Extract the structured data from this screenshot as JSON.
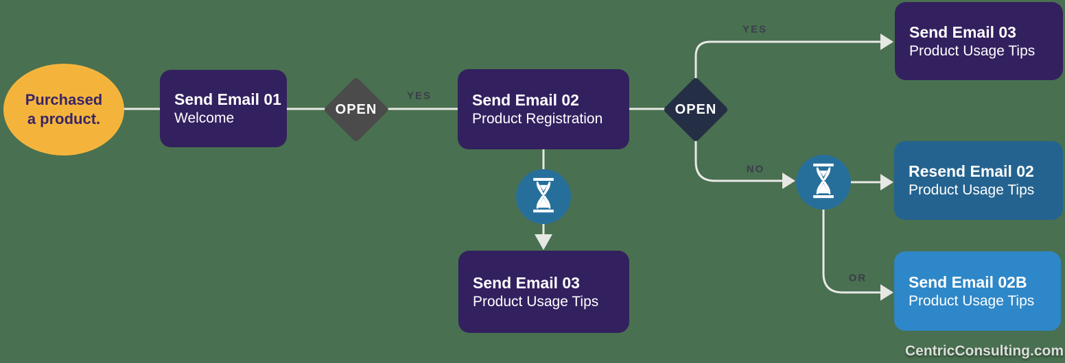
{
  "flowchart": {
    "start": {
      "line1": "Purchased",
      "line2": "a product."
    },
    "boxes": {
      "email01": {
        "title": "Send Email 01",
        "subtitle": "Welcome"
      },
      "email02": {
        "title": "Send Email 02",
        "subtitle": "Product Registration"
      },
      "email03_top": {
        "title": "Send Email 03",
        "subtitle": "Product Usage Tips"
      },
      "resend02": {
        "title": "Resend Email 02",
        "subtitle": "Product Usage Tips"
      },
      "email02b": {
        "title": "Send Email 02B",
        "subtitle": "Product Usage Tips"
      },
      "email03_bottom": {
        "title": "Send Email 03",
        "subtitle": "Product Usage Tips"
      }
    },
    "decisions": {
      "open1": "OPEN",
      "open2": "OPEN"
    },
    "edge_labels": {
      "yes1": "YES",
      "yes2": "YES",
      "no": "NO",
      "or": "OR"
    },
    "icons": {
      "wait1": "hourglass-icon",
      "wait2": "hourglass-icon"
    }
  },
  "footer": {
    "site": "CentricConsulting.com"
  },
  "colors": {
    "background": "#497050",
    "start_fill": "#F4B43C",
    "start_text": "#392465",
    "purple_box": "#33205F",
    "teal_box": "#24638F",
    "blue_box": "#2E87C8",
    "gray_diamond": "#4B4B4B",
    "navy_diamond": "#242E44",
    "wait_circle": "#276F9B",
    "connector": "#E9E9E6",
    "edge_label_text": "#3A3D4C"
  }
}
